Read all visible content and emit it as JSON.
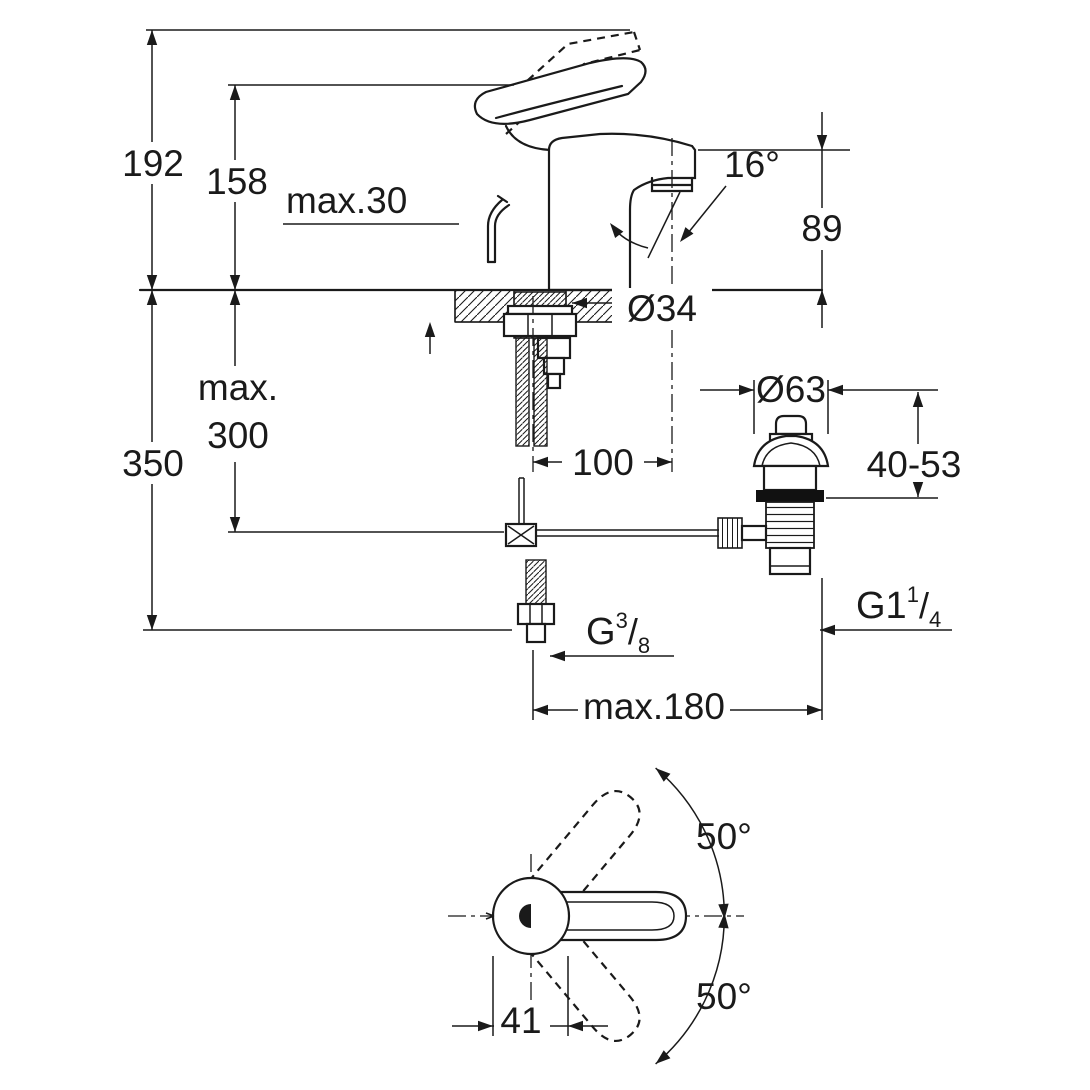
{
  "page": {
    "background": "#ffffff",
    "line_color": "#1a1a1a"
  },
  "dimensions": {
    "overall_height": "192",
    "lever_height": "158",
    "deck_thickness": "max.30",
    "spout_angle": "16°",
    "spout_outlet_height": "89",
    "mounting_hole_diameter": "Ø34",
    "hose_length_label": "max.",
    "hose_length_value": "300",
    "total_depth": "350",
    "waste_flange_diameter": "Ø63",
    "spout_projection": "100",
    "waste_clamp_range": "40-53",
    "waste_thread": {
      "base": "G1",
      "sup": "1",
      "slash": "/",
      "sub": "4"
    },
    "supply_thread": {
      "base": "G",
      "sup": "3",
      "slash": "/",
      "sub": "8"
    },
    "rod_length": "max.180",
    "handle_swing_upper": "50°",
    "handle_swing_lower": "50°",
    "handle_offset": "41"
  }
}
